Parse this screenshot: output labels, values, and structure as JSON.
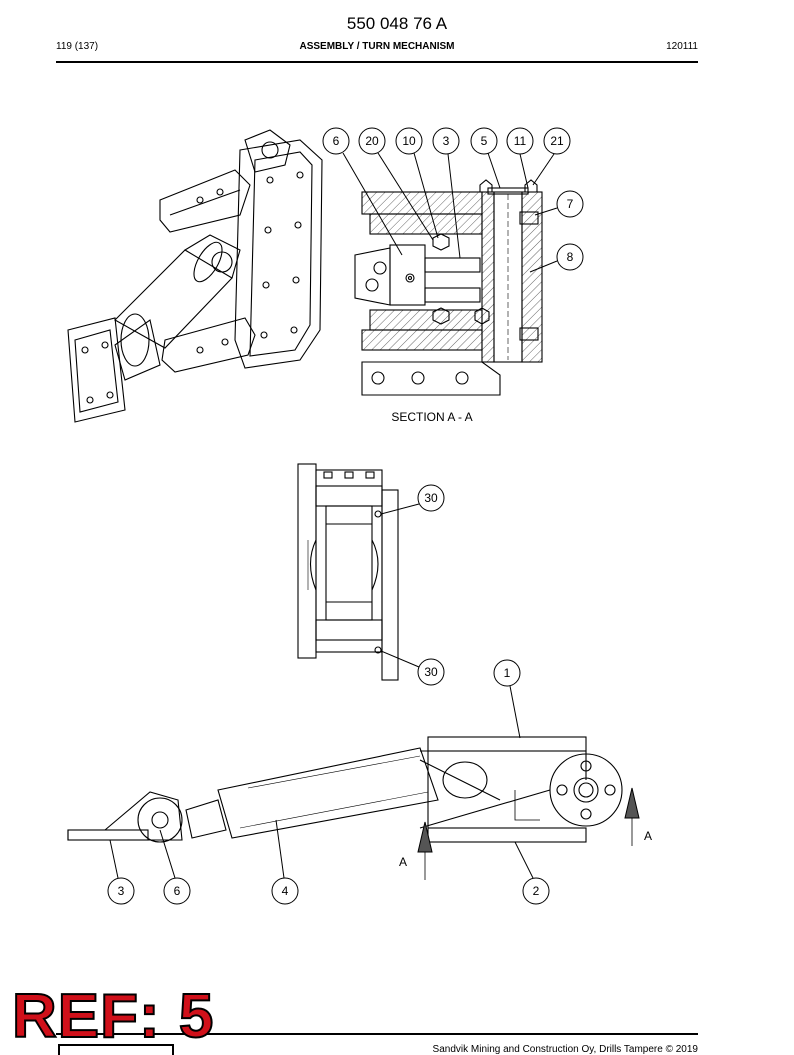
{
  "header": {
    "part_number": "550 048 76 A",
    "page": "119 (137)",
    "title": "ASSEMBLY / TURN MECHANISM",
    "code": "120111"
  },
  "section_label": "SECTION  A - A",
  "section_markers": [
    "A",
    "A"
  ],
  "callouts": {
    "section_view": [
      "6",
      "20",
      "10",
      "3",
      "5",
      "11",
      "21",
      "7",
      "8"
    ],
    "end_view": [
      "30",
      "30"
    ],
    "side_view": [
      "1",
      "3",
      "6",
      "4",
      "2"
    ]
  },
  "footer": {
    "copyright": "Sandvik Mining and Construction Oy, Drills Tampere © 2019",
    "stamp": "REF: 5"
  }
}
